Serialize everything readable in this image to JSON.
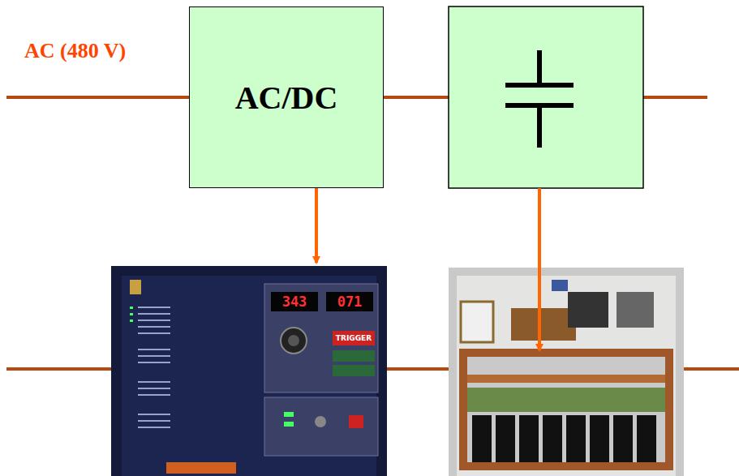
{
  "diagram": {
    "nodes": [
      {
        "text": [
          "AC/DC"
        ]
      }
    ],
    "labels": [
      "AC (480 V)",
      "343",
      "071",
      "TRIGGER"
    ]
  }
}
